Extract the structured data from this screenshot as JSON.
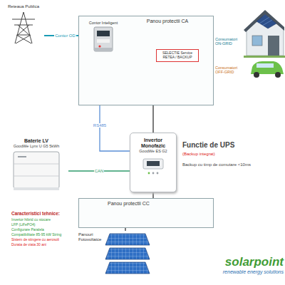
{
  "diagram": {
    "nodes": [
      {
        "text": [
          "Reteaua Publica"
        ]
      },
      {
        "text": [
          "Panou protectii CA"
        ]
      },
      {
        "text": [
          "Contor Inteligent"
        ],
        "in": 1
      },
      {
        "text": [
          "SELECTIE Service RETEA / BACKUP"
        ],
        "in": 1
      },
      {
        "text": [
          "Baterie LV",
          "GoodWe Lynx U G5 5kWh"
        ]
      },
      {
        "text": [
          "Invertor Monofazic",
          "GoodWe ES G2"
        ]
      },
      {
        "text": [
          "Panou protectii CC"
        ]
      },
      {
        "text": [
          "Panouri Fotovoltaice"
        ]
      }
    ],
    "edges": [
      {
        "from": 0,
        "to": 2,
        "label": "Contor OD",
        "arrow": "none"
      },
      {
        "from": 2,
        "to": 5,
        "label": "RS485",
        "arrow": "none"
      },
      {
        "from": 4,
        "to": 5,
        "label": "CAN",
        "arrow": "none"
      },
      {
        "from": 1,
        "to": 5,
        "arrow": "none"
      },
      {
        "from": 5,
        "to": 6,
        "arrow": "none"
      },
      {
        "from": 6,
        "to": 7,
        "arrow": "none"
      }
    ],
    "labels": [
      "Consumatori ON-GRID",
      "Consumatori OFF-GRID",
      "Functie de UPS",
      "(Backup integrat)",
      "Backup cu timp de comutare <10ms",
      "Caracteristici tehnice:",
      "Invertor hibrid cu stocare",
      "LFP (LiFePO4)",
      "Configurare Paralela",
      "Compatibilitate 85-95 kW String",
      "Sistem de stingere cu aerosoli",
      "Durata de viata 30 ani",
      "solarpoint",
      "renewable energy solutions"
    ]
  }
}
